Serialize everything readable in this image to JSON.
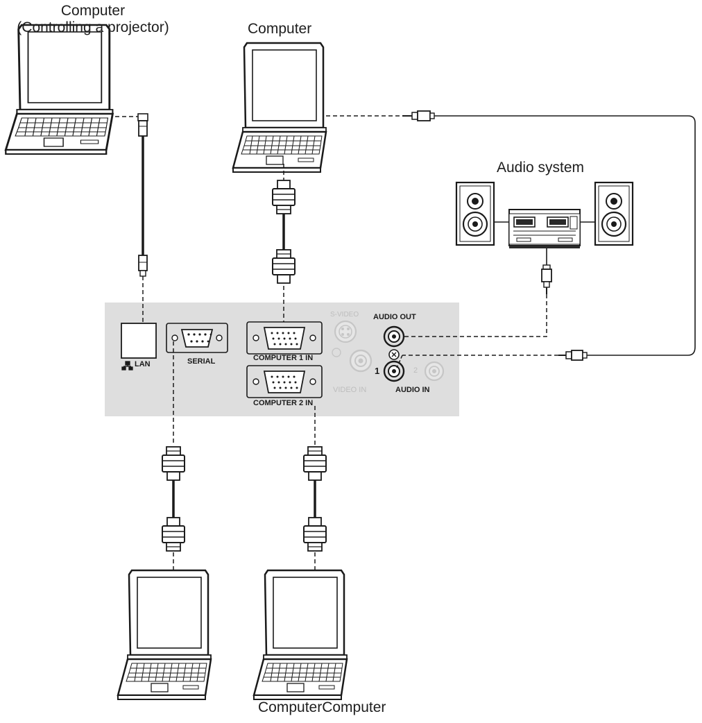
{
  "labels": {
    "computer_top_left_line1": "Computer",
    "computer_top_left_line2": "(Controlling a projector)",
    "computer_top_center": "Computer",
    "audio_system": "Audio system",
    "computer_bottom_pair": "ComputerComputer"
  },
  "panel": {
    "lan": "LAN",
    "serial": "SERIAL",
    "computer1_in": "COMPUTER 1 IN",
    "computer2_in": "COMPUTER 2 IN",
    "s_video": "S-VIDEO",
    "video_in": "VIDEO IN",
    "audio_out": "AUDIO OUT",
    "audio_in": "AUDIO IN",
    "audio_in_1": "1",
    "audio_in_2": "2"
  },
  "colors": {
    "panel_fill": "#dedede",
    "line": "#1a1a1a",
    "laptop_body": "#ffffff"
  },
  "icons": [
    "laptop-icon",
    "speaker-icon",
    "stereo-icon",
    "vga-plug-icon",
    "lan-plug-icon",
    "audio-plug-icon",
    "lan-symbol-icon"
  ]
}
